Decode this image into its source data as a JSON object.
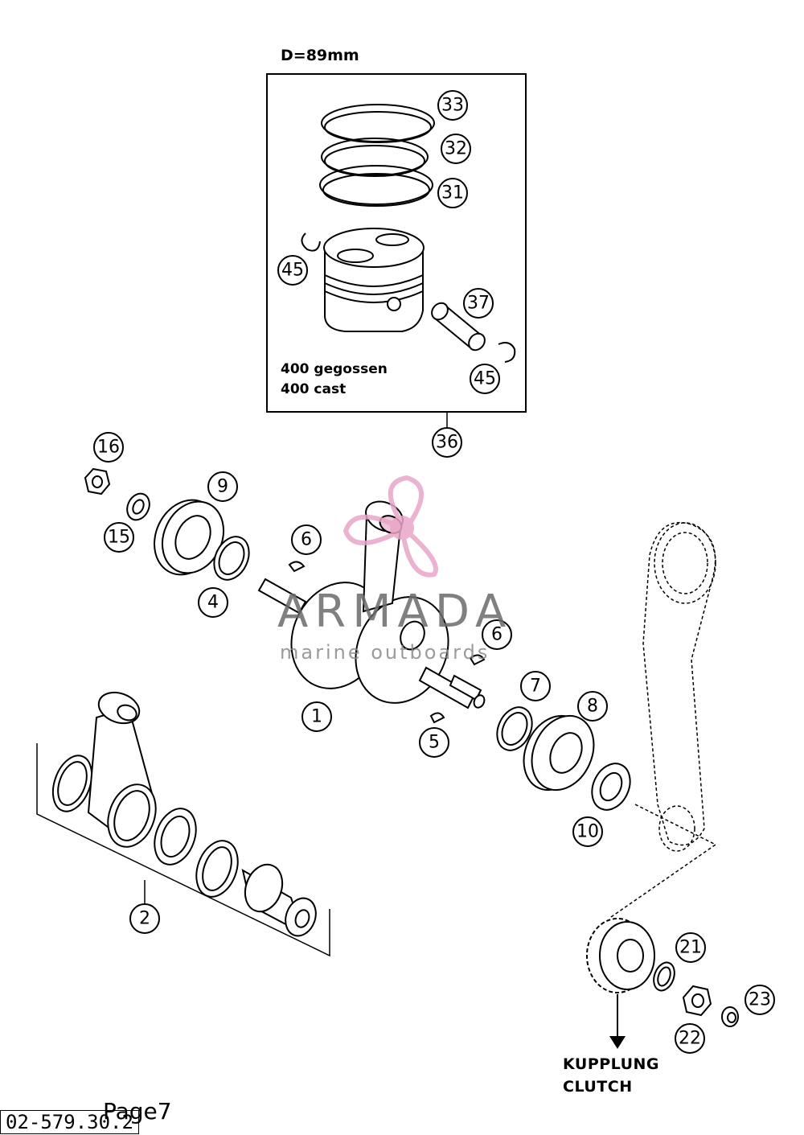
{
  "piston_box": {
    "title": "D=89mm",
    "note_de": "400 gegossen",
    "note_en": "400 cast"
  },
  "callouts": [
    "33",
    "32",
    "31",
    "45",
    "37",
    "45",
    "36",
    "16",
    "9",
    "15",
    "6",
    "4",
    "6",
    "7",
    "8",
    "1",
    "5",
    "10",
    "2",
    "21",
    "23",
    "22"
  ],
  "arrow_label": {
    "de": "KUPPLUNG",
    "en": "CLUTCH"
  },
  "watermark": {
    "name": "ARMADA",
    "tagline": "marine outboards",
    "logo_color": "#e8a6c8",
    "text_color": "#6b6b6b"
  },
  "footer": {
    "page": "Page7",
    "drawing_no": "02-579.30.2"
  }
}
